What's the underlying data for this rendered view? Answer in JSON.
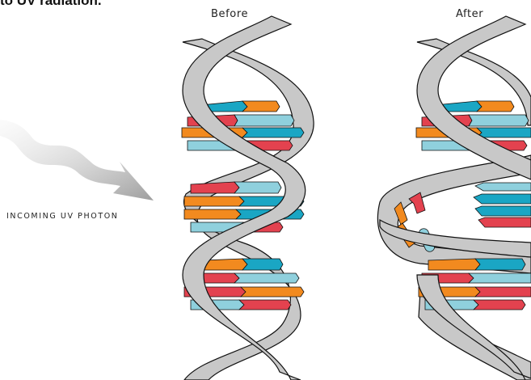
{
  "figure": {
    "cut_off_title_fragment": "to UV radiation.",
    "labels": {
      "before": "Before",
      "after": "After",
      "incoming": "INCOMING UV PHOTON"
    }
  },
  "colors": {
    "backbone_fill": "#c8c8c8",
    "backbone_stroke": "#111111",
    "teal": "#1aa6c4",
    "light_blue": "#8fd0dd",
    "orange": "#f28a1f",
    "red": "#e3424f",
    "photon_gradient_start": "#eeeeee",
    "photon_gradient_end": "#9d9d9d"
  },
  "icons": {
    "photon": "uv-photon-wave-arrow",
    "helix": "dna-double-helix"
  }
}
